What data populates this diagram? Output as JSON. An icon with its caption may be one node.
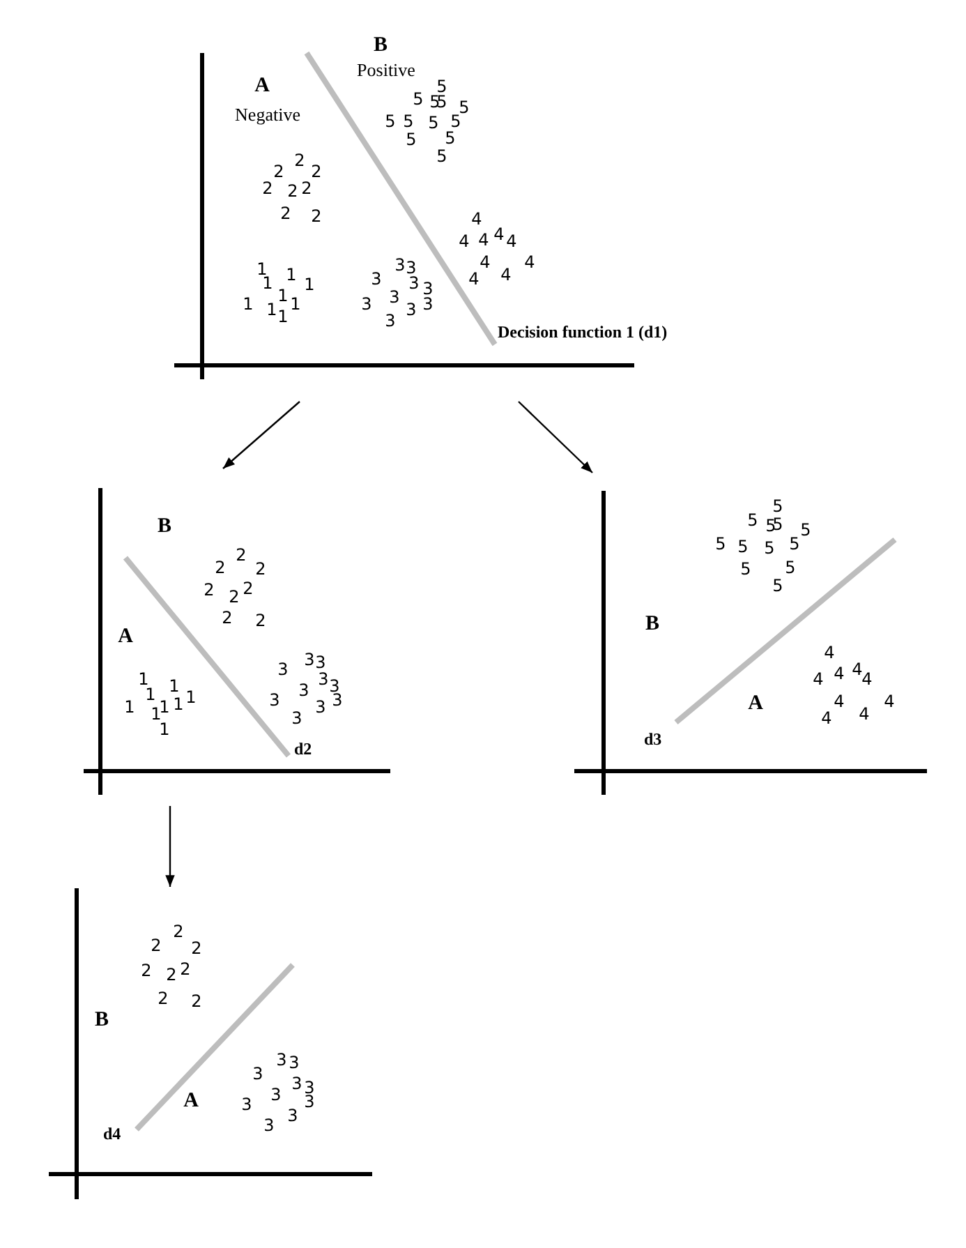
{
  "diagram": {
    "nodes": [
      {
        "text": [
          "A",
          "Negative",
          "B",
          "Positive",
          "1",
          "1",
          "1",
          "1",
          "1",
          "1",
          "1",
          "1",
          "1",
          "2",
          "2",
          "2",
          "2",
          "2",
          "2",
          "2",
          "2",
          "3",
          "3",
          "3",
          "3",
          "3",
          "3",
          "3",
          "3",
          "3",
          "3",
          "4",
          "4",
          "4",
          "4",
          "4",
          "4",
          "4",
          "4",
          "4",
          "5",
          "5",
          "5",
          "5",
          "5",
          "5",
          "5",
          "5",
          "5",
          "5",
          "5",
          "5",
          "Decision function 1 (d1)"
        ]
      },
      {
        "text": [
          "B",
          "A",
          "2",
          "2",
          "2",
          "2",
          "2",
          "2",
          "2",
          "2",
          "1",
          "1",
          "1",
          "1",
          "1",
          "1",
          "1",
          "1",
          "1",
          "3",
          "3",
          "3",
          "3",
          "3",
          "3",
          "3",
          "3",
          "3",
          "3",
          "d2"
        ]
      },
      {
        "text": [
          "B",
          "A",
          "5",
          "5",
          "5",
          "5",
          "5",
          "5",
          "5",
          "5",
          "5",
          "5",
          "5",
          "5",
          "4",
          "4",
          "4",
          "4",
          "4",
          "4",
          "4",
          "4",
          "4",
          "d3"
        ]
      },
      {
        "text": [
          "B",
          "A",
          "2",
          "2",
          "2",
          "2",
          "2",
          "2",
          "2",
          "2",
          "3",
          "3",
          "3",
          "3",
          "3",
          "3",
          "3",
          "3",
          "3",
          "3",
          "d4"
        ]
      }
    ],
    "edges": [
      {
        "from": 0,
        "to": 1,
        "arrow": "to"
      },
      {
        "from": 0,
        "to": 2,
        "arrow": "to"
      },
      {
        "from": 1,
        "to": 3,
        "arrow": "to"
      }
    ]
  }
}
